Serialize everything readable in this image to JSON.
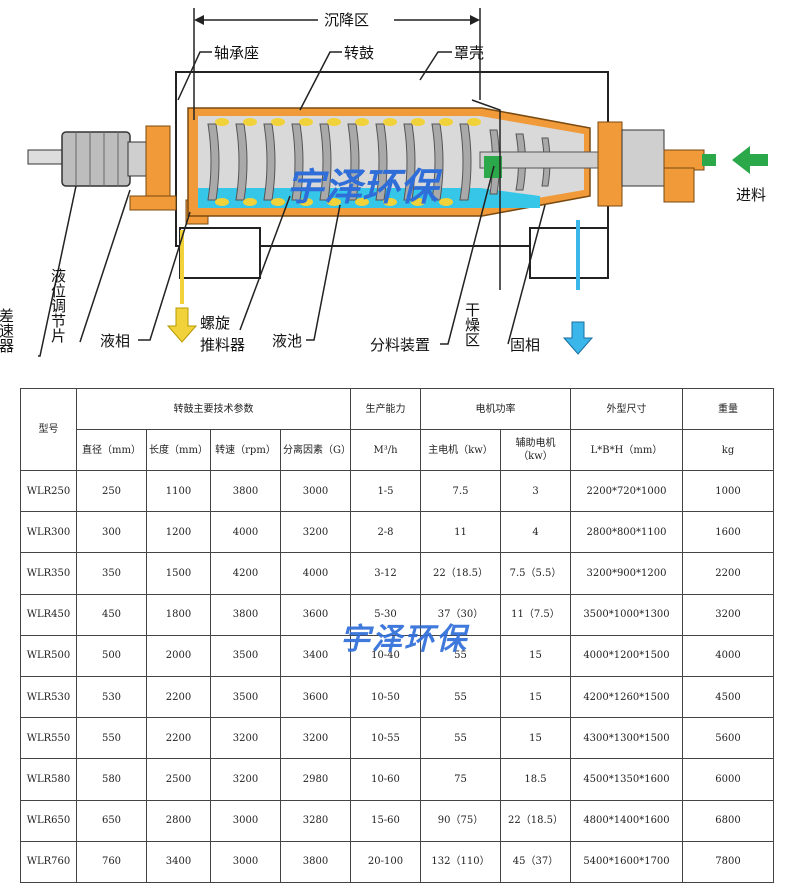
{
  "diagram": {
    "watermark": "宇泽环保",
    "labels": {
      "settling_zone": "沉降区",
      "bearing_seat": "轴承座",
      "drum": "转鼓",
      "cover": "罩壳",
      "feed": "进料",
      "differential": "差速器",
      "level_plate": "液位调节片",
      "liquid_phase": "液相",
      "screw_pusher_1": "螺旋",
      "screw_pusher_2": "推料器",
      "liquid_pool": "液池",
      "distributor": "分料装置",
      "drying_zone": "干燥区",
      "solid_phase": "固相"
    },
    "colors": {
      "housing": "#f09a3a",
      "drum_body": "#c8c8c8",
      "liquid": "#36c6e8",
      "solid_arrow": "#f1d23a",
      "liquid_arrow": "#3bb6ea",
      "feed_arrow": "#2aa84a",
      "watermark": "#2f6ed8"
    }
  },
  "table": {
    "headers": {
      "model": "型号",
      "drum_params": "转鼓主要技术参数",
      "capacity": "生产能力",
      "motor_power": "电机功率",
      "dimensions": "外型尺寸",
      "weight": "重量"
    },
    "subheaders": {
      "diameter": "直径（mm）",
      "length": "长度（mm）",
      "speed": "转速（rpm）",
      "separation_factor": "分离因素（G）",
      "capacity_unit": "M³/h",
      "main_motor": "主电机（kw）",
      "aux_motor": "辅助电机（kw）",
      "dimension_unit": "L*B*H（mm）",
      "weight_unit": "kg"
    },
    "rows": [
      [
        "WLR250",
        "250",
        "1100",
        "3800",
        "3000",
        "1-5",
        "7.5",
        "3",
        "2200*720*1000",
        "1000"
      ],
      [
        "WLR300",
        "300",
        "1200",
        "4000",
        "3200",
        "2-8",
        "11",
        "4",
        "2800*800*1100",
        "1600"
      ],
      [
        "WLR350",
        "350",
        "1500",
        "4200",
        "4000",
        "3-12",
        "22（18.5）",
        "7.5（5.5）",
        "3200*900*1200",
        "2200"
      ],
      [
        "WLR450",
        "450",
        "1800",
        "3800",
        "3600",
        "5-30",
        "37（30）",
        "11（7.5）",
        "3500*1000*1300",
        "3200"
      ],
      [
        "WLR500",
        "500",
        "2000",
        "3500",
        "3400",
        "10-40",
        "55",
        "15",
        "4000*1200*1500",
        "4000"
      ],
      [
        "WLR530",
        "530",
        "2200",
        "3500",
        "3600",
        "10-50",
        "55",
        "15",
        "4200*1260*1500",
        "4500"
      ],
      [
        "WLR550",
        "550",
        "2200",
        "3200",
        "3200",
        "10-55",
        "55",
        "15",
        "4300*1300*1500",
        "5600"
      ],
      [
        "WLR580",
        "580",
        "2500",
        "3200",
        "2980",
        "10-60",
        "75",
        "18.5",
        "4500*1350*1600",
        "6000"
      ],
      [
        "WLR650",
        "650",
        "2800",
        "3000",
        "3280",
        "15-60",
        "90（75）",
        "22（18.5）",
        "4800*1400*1600",
        "6800"
      ],
      [
        "WLR760",
        "760",
        "3400",
        "3000",
        "3800",
        "20-100",
        "132（110）",
        "45（37）",
        "5400*1600*1700",
        "7800"
      ]
    ],
    "watermark": "宇泽环保"
  }
}
